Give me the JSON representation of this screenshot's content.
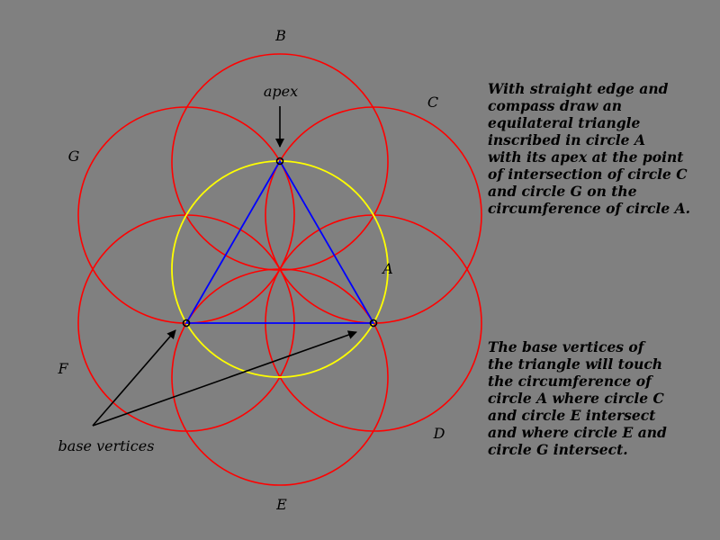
{
  "labels": {
    "A": "A",
    "B": "B",
    "C": "C",
    "D": "D",
    "E": "E",
    "F": "F",
    "G": "G",
    "apex": "apex",
    "base_vertices": "base vertices"
  },
  "instructions": [
    "With straight edge and",
    "compass draw an",
    "equilateral triangle",
    "inscribed in circle A",
    "with its apex at the point",
    "of intersection of circle C",
    "and circle G on the",
    "circumference of circle A."
  ],
  "note": [
    "The base vertices of",
    "the triangle will touch",
    "the circumference of",
    "circle A where circle C",
    "and circle E intersect",
    "and where circle E and",
    "circle G intersect."
  ],
  "colors": {
    "background": "#808080",
    "outer_circles": "#ff0000",
    "circle_A": "#ffff00",
    "triangle": "#0000ff",
    "arrows": "#000000",
    "vertex_markers": "#000000"
  }
}
